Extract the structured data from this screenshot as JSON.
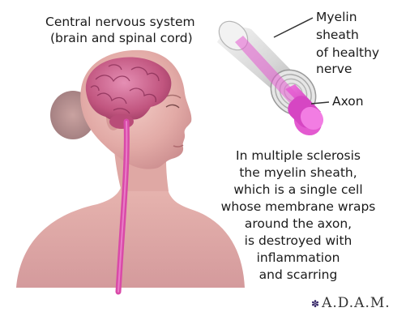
{
  "labels": {
    "cns_line1": "Central nervous system",
    "cns_line2": "(brain and spinal cord)",
    "myelin_line1": "Myelin",
    "myelin_line2": "sheath",
    "myelin_line3": "of healthy",
    "myelin_line4": "nerve",
    "axon": "Axon"
  },
  "description": [
    "In multiple sclerosis",
    "the myelin sheath,",
    "which is a single cell",
    "whose membrane wraps",
    "around the axon,",
    "is destroyed with",
    "inflammation",
    "and scarring"
  ],
  "logo": {
    "text": "A.D.A.M.",
    "icon": "adam-logo-icon"
  },
  "colors": {
    "skin": "#e6b3ad",
    "brain": "#c65a86",
    "spinal_cord": "#d44da3",
    "axon": "#e040c8",
    "myelin": "#d8d8d8"
  }
}
